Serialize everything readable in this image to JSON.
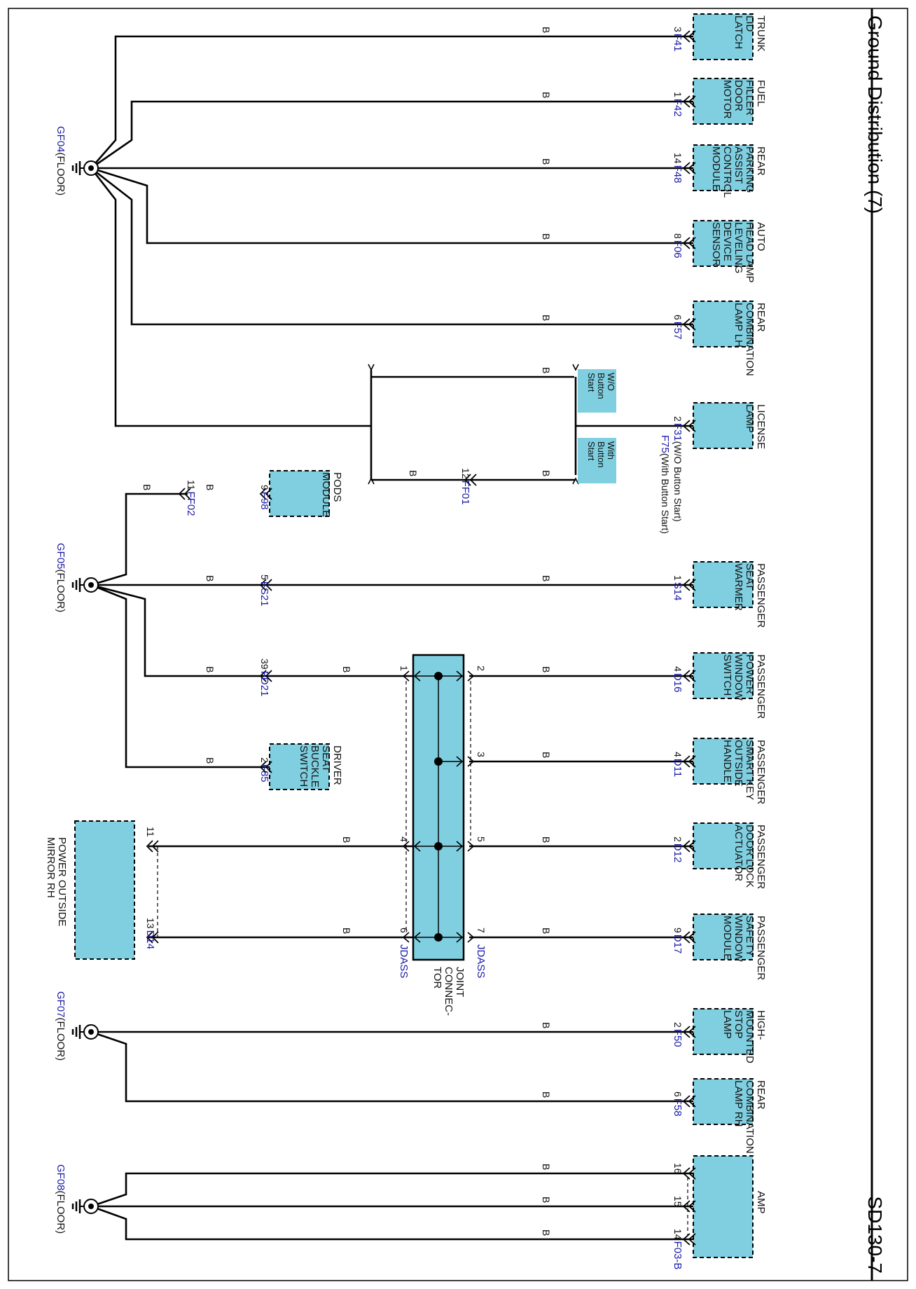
{
  "header": {
    "title": "Ground Distribution (7)",
    "page_id": "SD130-7"
  },
  "wire_color": "B",
  "colors": {
    "component_fill": "#7fcfe0",
    "connector_text": "#1a1aa8",
    "wire": "#000000"
  },
  "grounds": {
    "gf04": {
      "code": "GF04",
      "loc": "(FLOOR)"
    },
    "gf05": {
      "code": "GF05",
      "loc": "(FLOOR)"
    },
    "gf07": {
      "code": "GF07",
      "loc": "(FLOOR)"
    },
    "gf08": {
      "code": "GF08",
      "loc": "(FLOOR)"
    }
  },
  "components": {
    "trunk_lid_latch": {
      "lines": [
        "TRUNK",
        "LID",
        "LATCH"
      ],
      "pin": "3",
      "conn": "F41"
    },
    "fuel_filler_door_motor": {
      "lines": [
        "FUEL",
        "FILLER",
        "DOOR",
        "MOTOR"
      ],
      "pin": "1",
      "conn": "F42"
    },
    "rear_parking_assist": {
      "lines": [
        "REAR",
        "PARKING",
        "ASSIST",
        "CONTROL",
        "MODULE"
      ],
      "pin": "14",
      "conn": "F48"
    },
    "auto_head_lamp": {
      "lines": [
        "AUTO",
        "HEAD LAMP",
        "LEVELING",
        "DEVICE",
        "SENSOR"
      ],
      "pin": "8",
      "conn": "F06"
    },
    "rear_combination_lh": {
      "lines": [
        "REAR",
        "COMBINATION",
        "LAMP LH"
      ],
      "pin": "6",
      "conn": "F57"
    },
    "license_lamp": {
      "lines": [
        "LICENSE",
        "LAMP"
      ],
      "pin": "2",
      "conn1": "F31",
      "conn1_note": "(W/O Button Start)",
      "conn2": "F75",
      "conn2_note": "(With Button Start)"
    },
    "pods_module": {
      "lines": [
        "PODS",
        "MODULE"
      ],
      "pin": "9",
      "conn": "F98"
    },
    "passenger_seat_warmer": {
      "lines": [
        "PASSENGER",
        "SEAT",
        "WARMER"
      ],
      "pin": "1",
      "conn": "S14"
    },
    "passenger_power_window": {
      "lines": [
        "PASSENGER",
        "POWER",
        "WINDOW",
        "SWITCH"
      ],
      "pin": "4",
      "conn": "D16"
    },
    "passenger_smart_key": {
      "lines": [
        "PASSENGER",
        "SMART KEY",
        "OUTSIDE",
        "HANDLE"
      ],
      "pin": "4",
      "conn": "D11"
    },
    "passenger_door_lock": {
      "lines": [
        "PASSENGER",
        "DOOR LOCK",
        "ACTUATOR"
      ],
      "pin": "2",
      "conn": "D12"
    },
    "passenger_safety_window": {
      "lines": [
        "PASSENGER",
        "SAFETY",
        "WINDOW",
        "MODULE"
      ],
      "pin": "9",
      "conn": "D17"
    },
    "driver_seat_buckle": {
      "lines": [
        "DRIVER",
        "SEAT",
        "BUCKLE",
        "SWITCH"
      ],
      "pin": "2",
      "conn": "F85"
    },
    "power_outside_mirror": {
      "lines": [
        "POWER OUTSIDE",
        "MIRROR RH"
      ],
      "pin1": "11",
      "pin2": "13",
      "conn": "D14"
    },
    "high_mounted_stop": {
      "lines": [
        "HIGH-",
        "MOUNTED",
        "STOP",
        "LAMP"
      ],
      "pin": "2",
      "conn": "F50"
    },
    "rear_combination_rh": {
      "lines": [
        "REAR",
        "COMBINATION",
        "LAMP RH"
      ],
      "pin": "6",
      "conn": "F58"
    },
    "amp": {
      "lines": [
        "AMP"
      ],
      "pins": [
        "16",
        "15",
        "14"
      ],
      "conn": "F03-B"
    }
  },
  "inline_connectors": {
    "ff01": {
      "pin": "12",
      "conn": "FF01"
    },
    "ff02": {
      "pin": "11",
      "conn": "FF02"
    },
    "fs21": {
      "pin": "5",
      "conn": "FS21"
    },
    "fd21": {
      "pin": "39",
      "conn": "FD21"
    }
  },
  "joint_connector": {
    "lines": [
      "JOINT",
      "CONNEC-",
      "TOR"
    ],
    "conn": "JDASS",
    "pins": [
      "1",
      "2",
      "3",
      "4",
      "5",
      "6",
      "7"
    ]
  },
  "options": {
    "wo_button": [
      "W/O",
      "Button",
      "Start"
    ],
    "with_button": [
      "With",
      "Button",
      "Start"
    ]
  }
}
